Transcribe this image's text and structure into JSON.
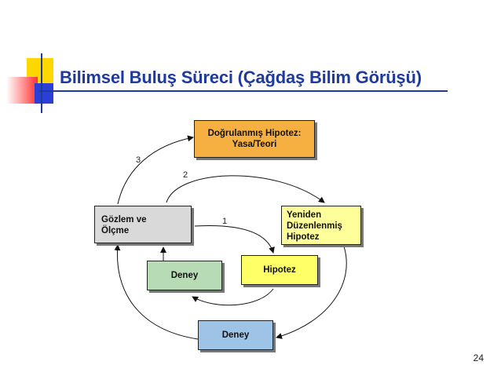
{
  "slide": {
    "title": "Bilimsel Buluş Süreci (Çağdaş Bilim Görüşü)",
    "page_number": "24"
  },
  "diagram": {
    "boxes": {
      "verified": {
        "line1": "Doğrulanmış Hipotez:",
        "line2": "Yasa/Teori",
        "color": "#f5b041"
      },
      "observation": {
        "line1": "Gözlem ve",
        "line2": "Ölçme",
        "color": "#d9d9d9"
      },
      "revised": {
        "line1": "Yeniden",
        "line2": "Düzenlenmiş",
        "line3": "Hipotez",
        "color": "#ffff99"
      },
      "experiment_inner": {
        "label": "Deney",
        "color": "#b7dcb5"
      },
      "hypothesis": {
        "label": "Hipotez",
        "color": "#ffff66"
      },
      "experiment_outer": {
        "label": "Deney",
        "color": "#9dc3e6"
      }
    },
    "path_labels": {
      "one": "1",
      "two": "2",
      "three": "3"
    }
  },
  "decor": {
    "accent_yellow": "#ffd700",
    "accent_red": "#ff3030",
    "accent_blue": "#2b3fd6",
    "title_color": "#1f3a9e"
  }
}
